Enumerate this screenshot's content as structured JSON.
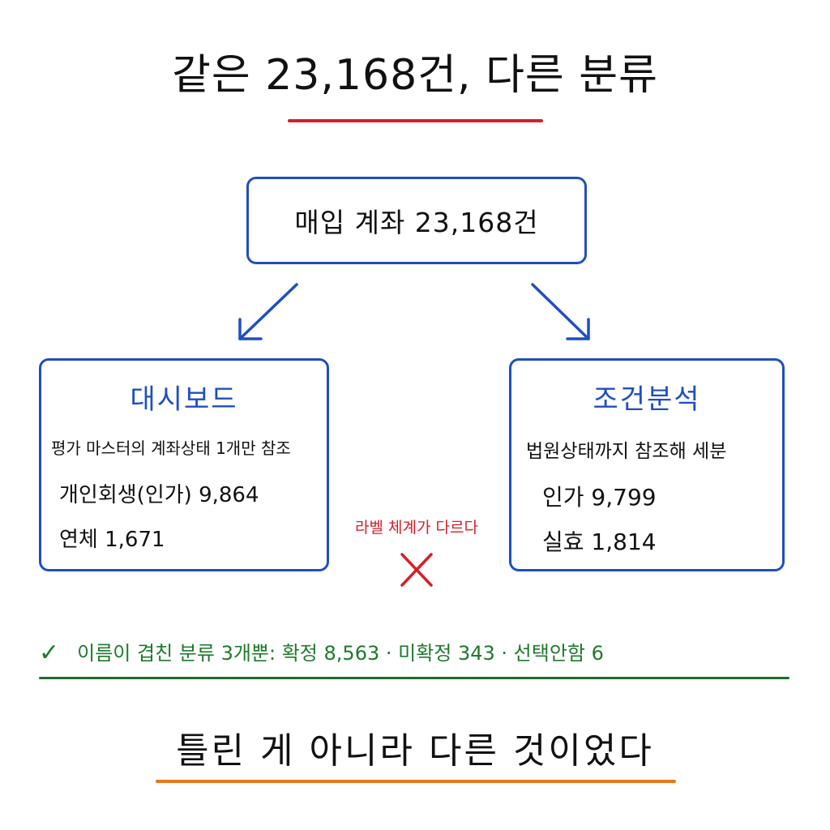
{
  "title": "같은 23,168건, 다른 분류",
  "top_box": "매입 계좌 23,168건",
  "left_box": {
    "title": "대시보드",
    "line1": "평가 마스터의 계좌상태 1개만 참조",
    "line2": "개인회생(인가) 9,864",
    "line3": "연체 1,671"
  },
  "right_box": {
    "title": "조건분석",
    "line1": "법원상태까지 참조해 세분",
    "line2": "인가 9,799",
    "line3": "실효 1,814"
  },
  "middle_label": "라벨 체계가 다르다",
  "check_line": {
    "icon": "check-icon",
    "text": "이름이 겹친 분류 3개뿐: 확정 8,563 · 미확정 343 · 선택안함 6"
  },
  "conclusion": "틀린 게 아니라 다른 것이었다",
  "colors": {
    "title_underline": "#d61f26",
    "box_border": "#1f4fbf",
    "arrow": "#1f4fbf",
    "mismatch": "#d61f26",
    "check": "#1e7a2b",
    "conclusion_underline": "#e8781a"
  }
}
